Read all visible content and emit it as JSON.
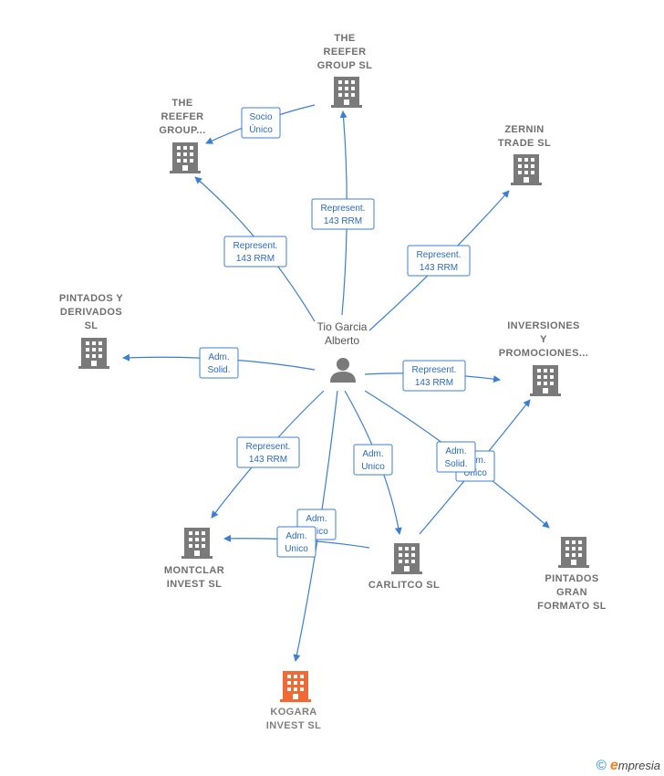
{
  "person": {
    "label": [
      "Tio Garcia",
      "Alberto"
    ]
  },
  "companies": {
    "reefer_top": {
      "label": [
        "THE",
        "REEFER",
        "GROUP  SL"
      ]
    },
    "reefer_left": {
      "label": [
        "THE",
        "REEFER",
        "GROUP..."
      ]
    },
    "zernin": {
      "label": [
        "ZERNIN",
        "TRADE  SL"
      ]
    },
    "pintados_derivados": {
      "label": [
        "PINTADOS Y",
        "DERIVADOS",
        "SL"
      ]
    },
    "inversiones": {
      "label": [
        "INVERSIONES",
        "Y",
        "PROMOCIONES..."
      ]
    },
    "montclar": {
      "label": [
        "MONTCLAR",
        "INVEST  SL"
      ]
    },
    "carlitco": {
      "label": [
        "CARLITCO  SL"
      ]
    },
    "pintados_gran": {
      "label": [
        "PINTADOS",
        "GRAN",
        "FORMATO  SL"
      ]
    },
    "kogara": {
      "label": [
        "KOGARA",
        "INVEST  SL"
      ]
    }
  },
  "edges": {
    "socio_unico": [
      "Socio",
      "Único"
    ],
    "rep_top": [
      "Represent.",
      "143 RRM"
    ],
    "rep_left": [
      "Represent.",
      "143 RRM"
    ],
    "rep_zernin": [
      "Represent.",
      "143 RRM"
    ],
    "adm_solid_pintados": [
      "Adm.",
      "Solid."
    ],
    "rep_inversiones": [
      "Represent.",
      "143 RRM"
    ],
    "rep_montclar": [
      "Represent.",
      "143 RRM"
    ],
    "adm_unico_carlitco": [
      "Adm.",
      "Unico"
    ],
    "adm_unico_behind": [
      "Adm.",
      "Unico"
    ],
    "adm_solid_right": [
      "Adm.",
      "Solid."
    ],
    "adm_unico_kogara_behind": [
      "Adm.",
      "Unico"
    ],
    "adm_unico_kogara": [
      "Adm.",
      "Unico"
    ]
  },
  "colors": {
    "edge": "#3b7fd4",
    "building": "#7a7a7a",
    "highlight": "#f06a35"
  },
  "footer": {
    "copyright": "©",
    "brand_initial": "e",
    "brand_rest": "mpresia"
  }
}
